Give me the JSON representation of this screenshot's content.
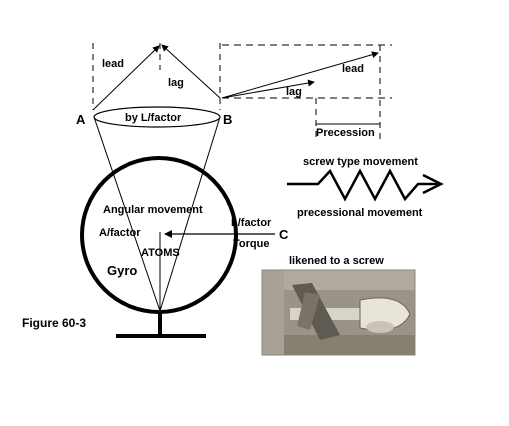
{
  "labels": {
    "lead_left": "lead",
    "lag_left": "lag",
    "lead_right": "lead",
    "lag_right": "lag",
    "point_a": "A",
    "point_b": "B",
    "point_c": "C",
    "by_l_factor": "by L/factor",
    "precession": "Precession",
    "screw_type_movement": "screw type movement",
    "precessional_movement": "precessional movement",
    "angular_movement": "Angular movement",
    "a_factor": "A/factor",
    "l_factor": "L/factor",
    "torque": "Torque",
    "atoms": "ATOMS",
    "gyro": "Gyro",
    "likened_to_a_screw": "likened to a screw",
    "figure_caption": "Figure 60-3"
  },
  "colors": {
    "line": "#000000",
    "photo_bg": "#9a9488",
    "photo_dark": "#5f5a52",
    "photo_light": "#d8d4c8"
  },
  "photo": {
    "name": "screw-photo",
    "depicts": "screw"
  }
}
